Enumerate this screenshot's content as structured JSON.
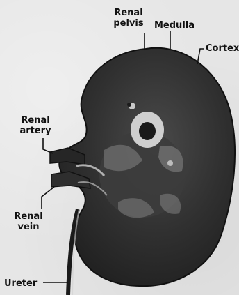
{
  "labels": {
    "renal_pelvis_line1": "Renal",
    "renal_pelvis_line2": "pelvis",
    "medulla": "Medulla",
    "cortex": "Cortex",
    "renal_artery_line1": "Renal",
    "renal_artery_line2": "artery",
    "renal_vein_line1": "Renal",
    "renal_vein_line2": "vein",
    "ureter": "Ureter"
  },
  "colors": {
    "kidney": "#2b2b2b",
    "background": "#e6e6e6",
    "ink": "#111111"
  }
}
